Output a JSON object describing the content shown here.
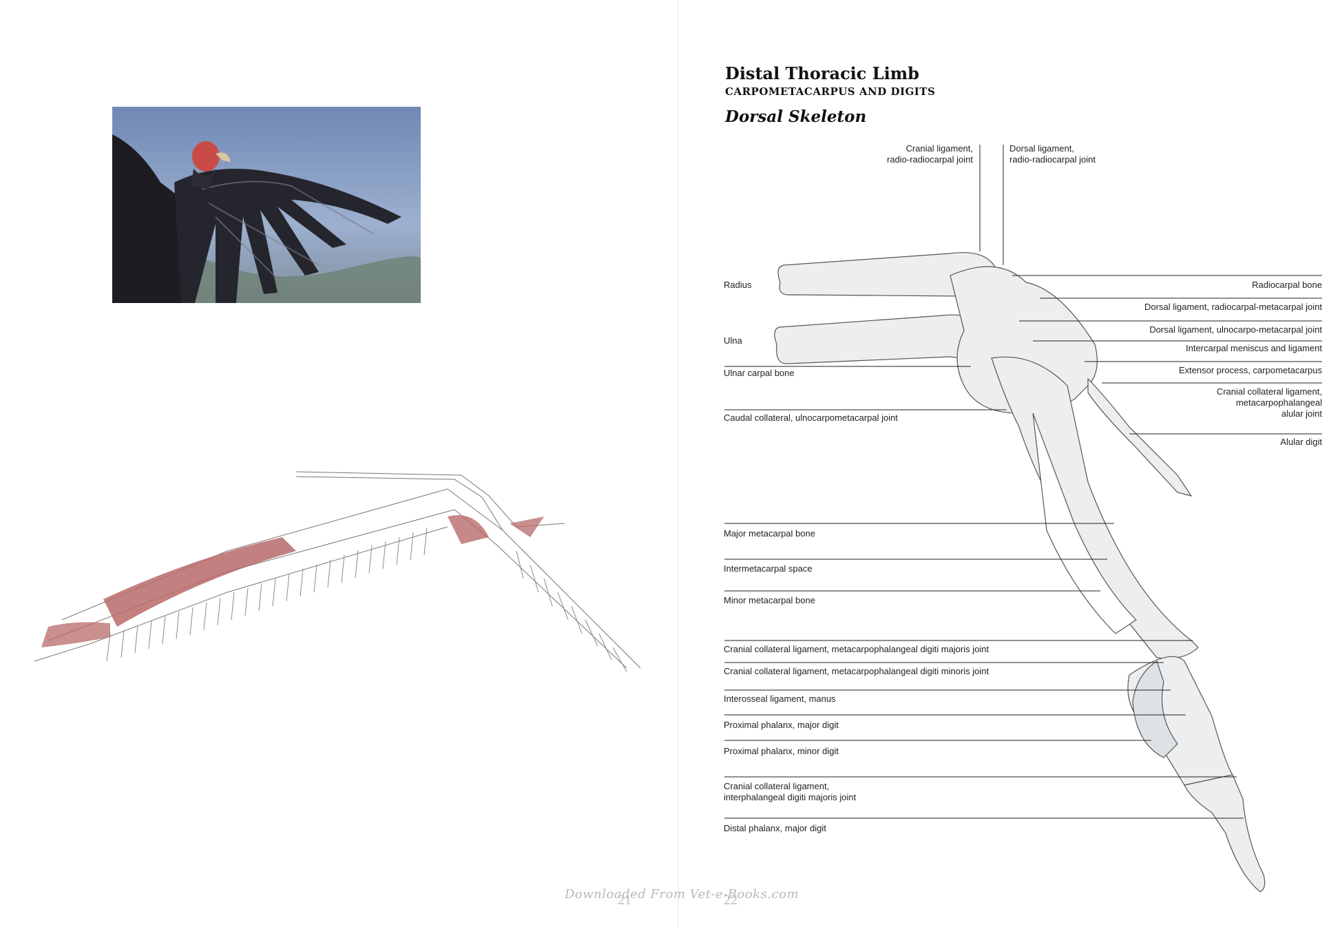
{
  "header": {
    "title": "Distal Thoracic Limb",
    "subtitle": "CARPOMETACARPUS AND DIGITS",
    "section": "Dorsal Skeleton"
  },
  "labels": {
    "top_left": "Cranial ligament,\nradio-radiocarpal joint",
    "top_right": "Dorsal ligament,\nradio-radiocarpal joint",
    "left": [
      "Radius",
      "Ulna",
      "Ulnar carpal bone",
      "Caudal collateral, ulnocarpometacarpal joint",
      "Major metacarpal bone",
      "Intermetacarpal space",
      "Minor metacarpal bone",
      "Cranial collateral ligament, metacarpophalangeal  digiti majoris joint",
      "Cranial collateral ligament, metacarpophalangeal  digiti minoris joint",
      "Interosseal ligament, manus",
      "Proximal phalanx, major digit",
      "Proximal phalanx, minor digit",
      "Cranial collateral ligament,\ninterphalangeal digiti majoris joint",
      "Distal phalanx, major digit"
    ],
    "right": [
      "Radiocarpal bone",
      "Dorsal ligament, radiocarpal-metacarpal joint",
      "Dorsal ligament, ulnocarpo-metacarpal joint",
      "Intercarpal meniscus and ligament",
      "Extensor process, carpometacarpus",
      "Cranial collateral ligament,\nmetacarpophalangeal\nalular joint",
      "Alular digit"
    ]
  },
  "footer": {
    "page_left": "21",
    "page_right": "22",
    "watermark": "Downloaded From Vet-e-Books.com"
  },
  "colors": {
    "muscle": "#b86a6a",
    "bone": "#e8eaec",
    "line": "#333333",
    "sky": "#8da4c4"
  },
  "images": {
    "photo": "condor-wing-photo",
    "illustration": "wing-muscle-illustration"
  }
}
